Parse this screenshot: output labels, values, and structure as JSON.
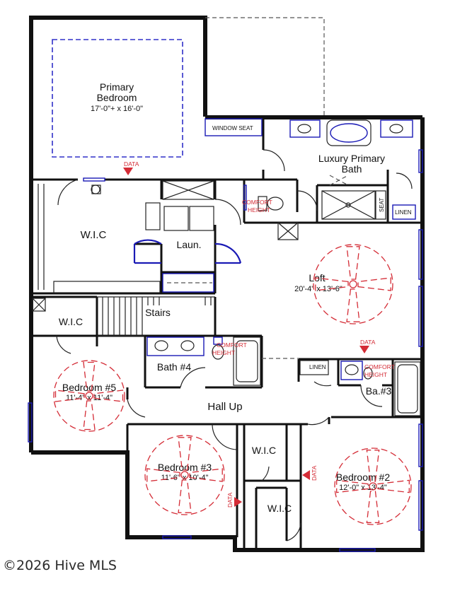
{
  "rooms": {
    "primary_bedroom": {
      "line1": "Primary",
      "line2": "Bedroom",
      "dims": "17'-0\"+ x 16'-0\""
    },
    "luxury_bath": {
      "line1": "Luxury Primary",
      "line2": "Bath"
    },
    "wic_primary": {
      "name": "W.I.C"
    },
    "laundry": {
      "name": "Laun."
    },
    "loft": {
      "name": "Loft",
      "dims": "20'-4\" x 13'-6\""
    },
    "stairs": {
      "name": "Stairs"
    },
    "wic_small": {
      "name": "W.I.C"
    },
    "bath4": {
      "name": "Bath #4"
    },
    "bedroom5": {
      "name": "Bedroom #5",
      "dims": "11'-4\" x 11'-4\""
    },
    "hall": {
      "name": "Hall Up"
    },
    "ba3": {
      "name": "Ba.#3"
    },
    "bedroom3": {
      "name": "Bedroom #3",
      "dims": "11'-6\" x 10'-4\""
    },
    "wic_b3": {
      "name": "W.I.C"
    },
    "wic_b2": {
      "name": "W.I.C"
    },
    "bedroom2": {
      "name": "Bedroom #2",
      "dims": "12'-0\" x 13'-4\""
    }
  },
  "labels": {
    "window_seat": "WINDOW SEAT",
    "comfort_height_1": "COMFORT",
    "comfort_height_1b": "HEIGHT",
    "comfort_height_2": "COMFORT",
    "comfort_height_2b": "HEIGHT",
    "comfort_height_3": "COMFORT",
    "comfort_height_3b": "HEIGHT",
    "seat": "SEAT",
    "linen_1": "LINEN",
    "linen_2": "LINEN",
    "data_1": "DATA",
    "data_2": "DATA",
    "data_3": "DATA",
    "data_4": "DATA"
  },
  "watermark": "©2026 Hive MLS",
  "colors": {
    "wall": "#111111",
    "fixture": "#1a1ab5",
    "fan": "#d42c36"
  }
}
